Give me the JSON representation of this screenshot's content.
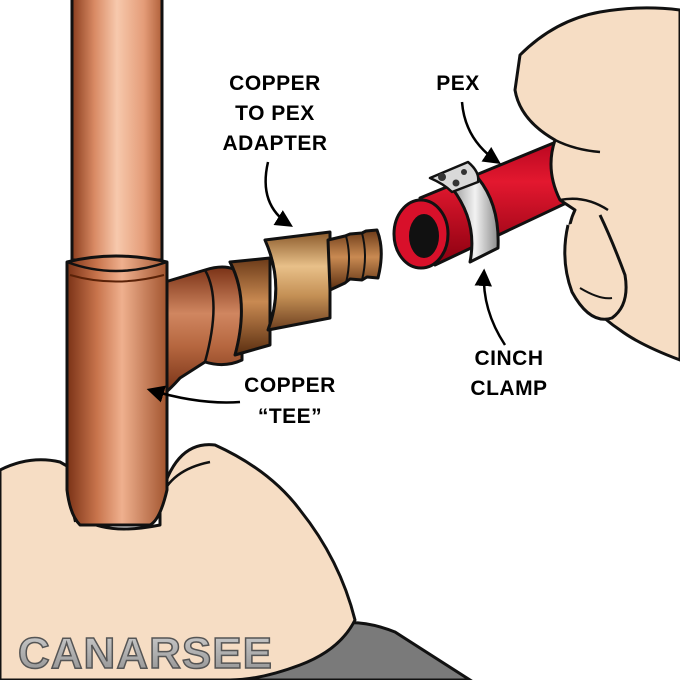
{
  "labels": {
    "adapter": [
      "COPPER",
      "TO PEX",
      "ADAPTER"
    ],
    "pex": "PEX",
    "cinch_clamp": [
      "CINCH",
      "CLAMP"
    ],
    "tee": [
      "COPPER",
      "“TEE”"
    ]
  },
  "watermark": "CANARSEE",
  "colors": {
    "copper_light": "#f2b898",
    "copper_mid": "#d98a64",
    "copper_dark": "#8a3e1e",
    "brass_light": "#e8c089",
    "brass_dark": "#8b5a2b",
    "pex_red": "#d8102a",
    "pex_dark": "#8a0010",
    "skin": "#f6ddc4",
    "sleeve": "#7a7a7a",
    "outline": "#111111"
  }
}
